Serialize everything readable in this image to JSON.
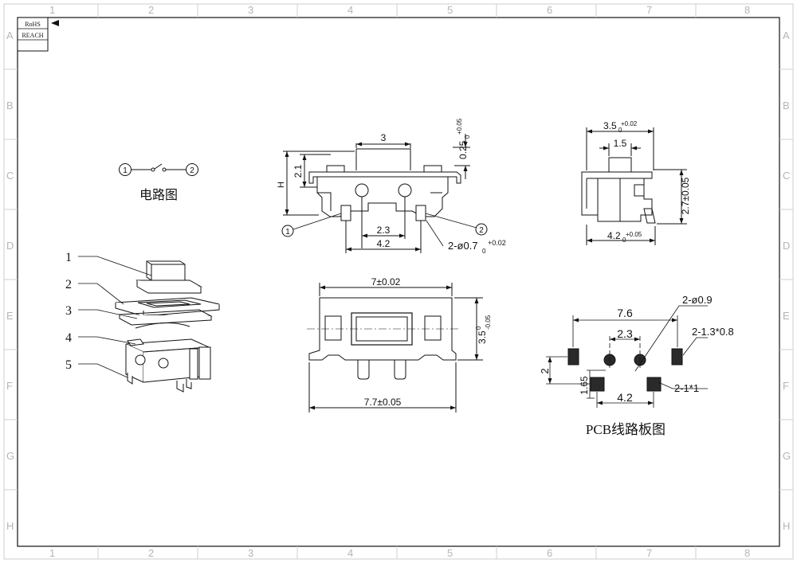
{
  "title_block": {
    "rohs": "RoHS",
    "reach": "REACH"
  },
  "grid": {
    "columns": [
      "1",
      "2",
      "3",
      "4",
      "5",
      "6",
      "7",
      "8"
    ],
    "rows": [
      "A",
      "B",
      "C",
      "D",
      "E",
      "F",
      "G",
      "H"
    ]
  },
  "circuit": {
    "pin1": "1",
    "pin2": "2",
    "caption": "电路图"
  },
  "exploded": {
    "labels": [
      "1",
      "2",
      "3",
      "4",
      "5"
    ]
  },
  "front_view": {
    "dim_top": "3",
    "dim_cap_main": "0.25",
    "dim_cap_sub": "0",
    "dim_cap_sup": "+0.05",
    "dim_h": "H",
    "dim_21": "2.1",
    "dim_23": "2.3",
    "dim_42": "4.2",
    "callout_1": "1",
    "callout_2": "2",
    "hole_main": "2-ø0.7",
    "hole_sub": "0",
    "hole_sup": "+0.02"
  },
  "side_view": {
    "w_main": "3.5",
    "w_sub": "0",
    "w_sup": "+0.02",
    "dim_15": "1.5",
    "h_text": "2.7±0.05",
    "bot_main": "4.2",
    "bot_sub": "0",
    "bot_sup": "+0.05"
  },
  "top_view": {
    "dim_7": "7±0.02",
    "dim_77": "7.7±0.05",
    "h_main": "3.5",
    "h_sup": "0",
    "h_sub": "-0.05"
  },
  "pcb": {
    "caption": "PCB线路板图",
    "hole": "2-ø0.9",
    "pad_big": "2-1.3*0.8",
    "pad_small": "2-1*1",
    "dim_76": "7.6",
    "dim_23": "2.3",
    "dim_42": "4.2",
    "dim_2": "2",
    "dim_165": "1.65"
  }
}
